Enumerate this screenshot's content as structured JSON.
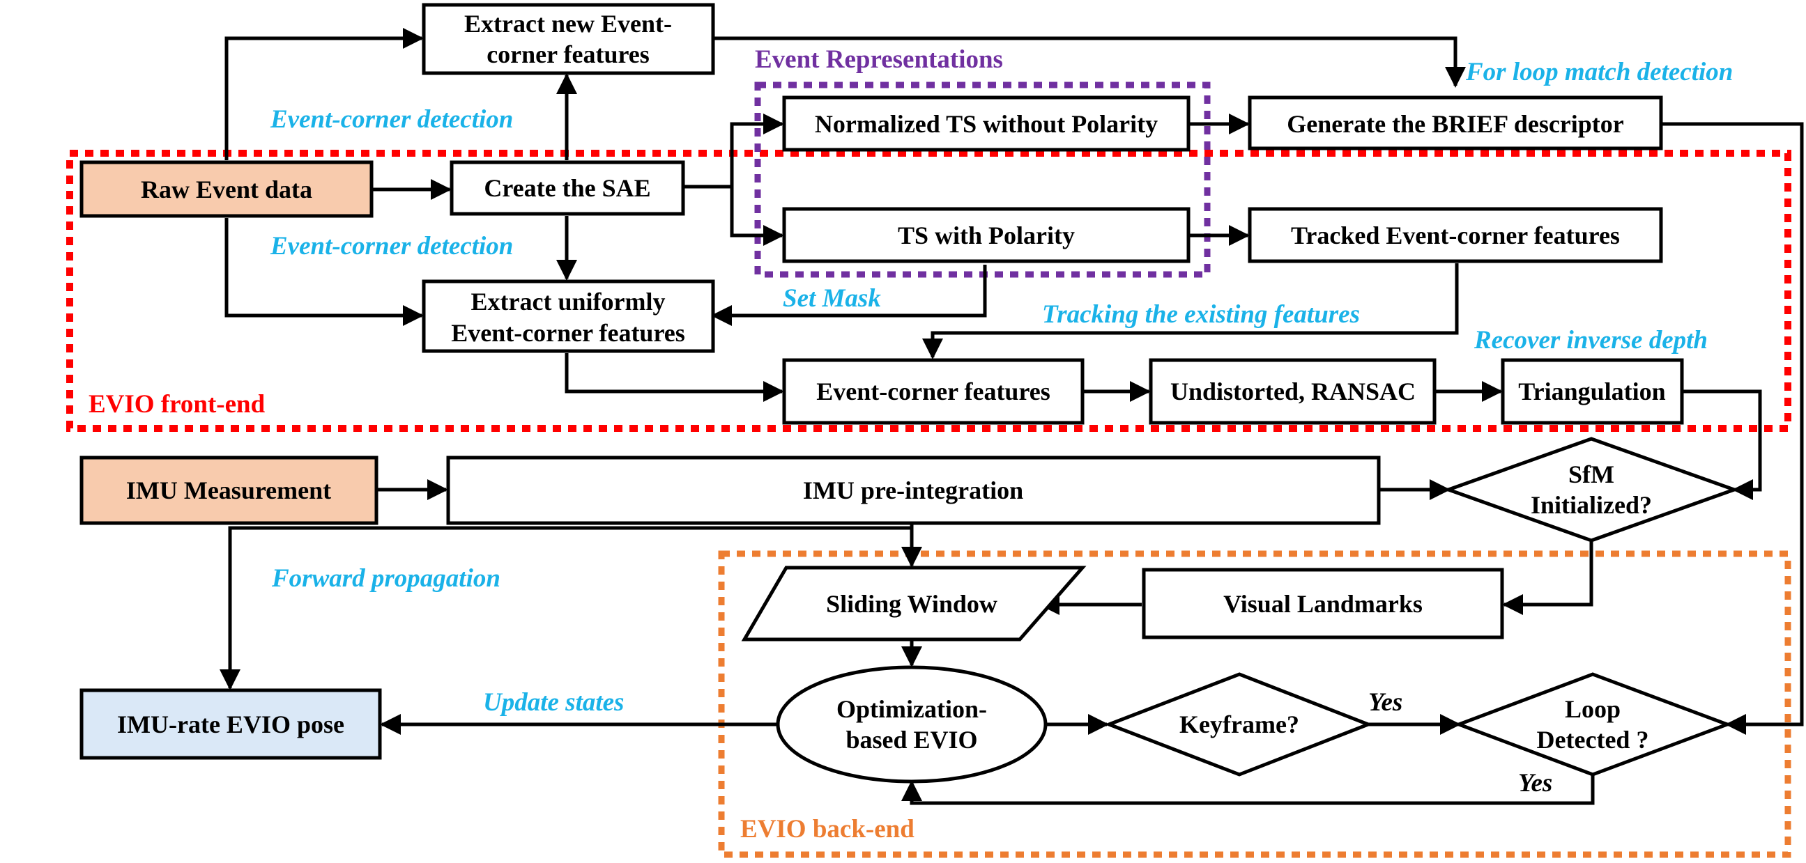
{
  "colors": {
    "stroke": "#000000",
    "input_fill": "#f8cbad",
    "output_fill": "#dae8f7",
    "annotation": "#1ab2e8",
    "front_end": "#ff0000",
    "back_end": "#ed7d31",
    "event_repr": "#7030a0"
  },
  "regions": {
    "front_end": "EVIO front-end",
    "back_end": "EVIO back-end",
    "event_repr": "Event Representations"
  },
  "nodes": {
    "raw_event": "Raw Event data",
    "extract_new_1": "Extract new Event-",
    "extract_new_2": "corner features",
    "create_sae": "Create the SAE",
    "extract_uniform_1": "Extract uniformly",
    "extract_uniform_2": "Event-corner features",
    "normalized_ts": "Normalized TS without Polarity",
    "ts_polarity": "TS with Polarity",
    "brief": "Generate the BRIEF descriptor",
    "tracked": "Tracked Event-corner features",
    "event_corner": "Event-corner features",
    "undistorted": "Undistorted, RANSAC",
    "triangulation": "Triangulation",
    "imu_measurement": "IMU Measurement",
    "imu_preint": "IMU pre-integration",
    "sfm_1": "SfM",
    "sfm_2": "Initialized?",
    "sliding_window": "Sliding Window",
    "visual_landmarks": "Visual Landmarks",
    "optimization_1": "Optimization-",
    "optimization_2": "based EVIO",
    "keyframe": "Keyframe?",
    "loop_1": "Loop",
    "loop_2": "Detected ?",
    "imu_rate_pose": "IMU-rate EVIO pose"
  },
  "annotations": {
    "event_corner_detection_top": "Event-corner detection",
    "event_corner_detection_mid": "Event-corner detection",
    "set_mask": "Set Mask",
    "tracking_existing": "Tracking the existing features",
    "recover_depth": "Recover inverse depth",
    "loop_match": "For loop match detection",
    "forward_propagation": "Forward propagation",
    "update_states": "Update states",
    "yes_keyframe": "Yes",
    "yes_loop": "Yes"
  }
}
